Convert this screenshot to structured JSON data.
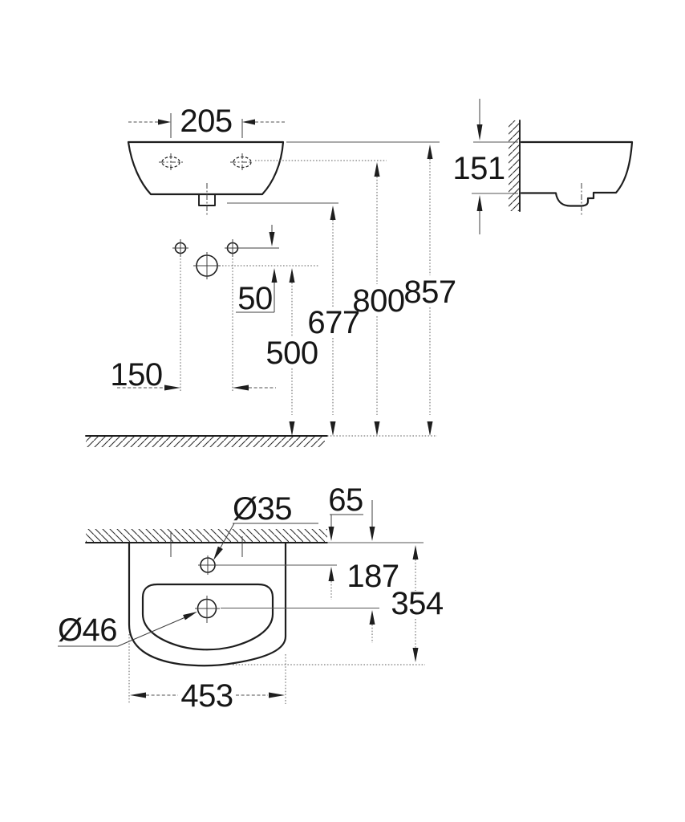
{
  "drawing": {
    "views": {
      "front_view": {
        "dimensions": {
          "tap_hole_distance": "205",
          "supply_holes_spacing": "150",
          "supply_to_drain_drop": "50",
          "drain_center_height": "500",
          "basin_underside_height": "677",
          "mounting_holes_height": "800",
          "rim_height": "857"
        }
      },
      "side_view": {
        "dimensions": {
          "front_edge_thickness": "151"
        }
      },
      "plan_view": {
        "dimensions": {
          "tap_hole_diameter": "Ø35",
          "tap_hole_wall_offset": "65",
          "drain_wall_offset": "187",
          "overall_depth": "354",
          "overall_width": "453",
          "drain_diameter": "Ø46"
        }
      }
    }
  }
}
